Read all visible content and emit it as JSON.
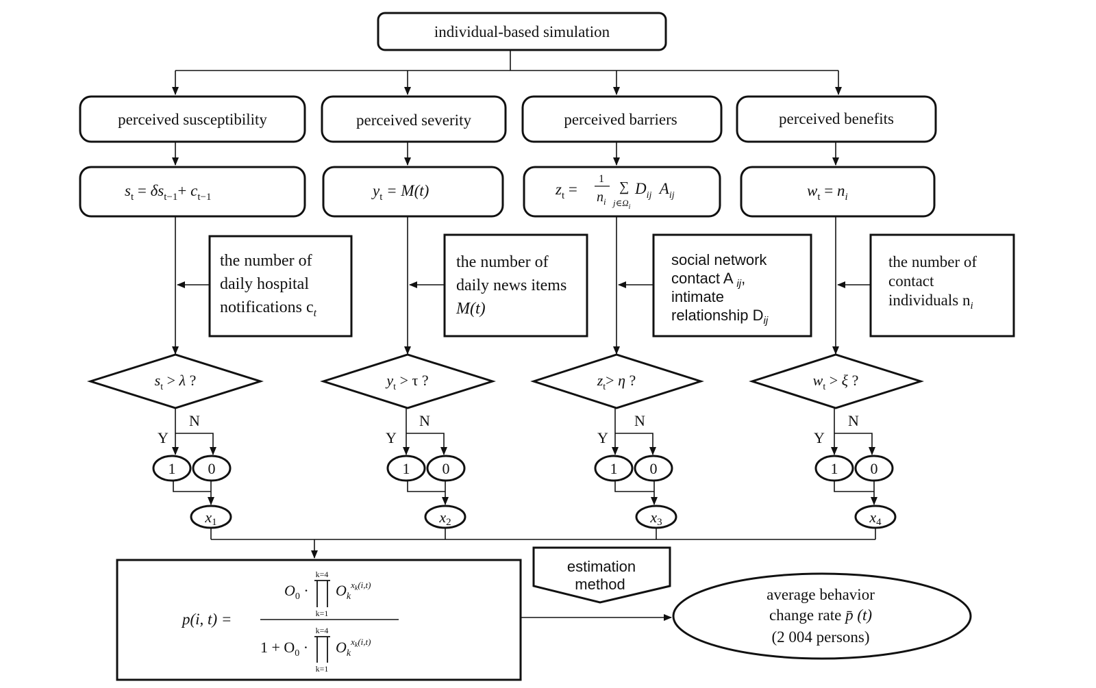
{
  "top": {
    "title": "individual-based simulation"
  },
  "factors": [
    {
      "label": "perceived susceptibility",
      "formula": {
        "lhs_var": "s",
        "lhs_sub": "t",
        "rhs_a": "δs",
        "rhs_a_sub": "t−1",
        "plus": "+",
        "rhs_b": "c",
        "rhs_b_sub": "t−1"
      },
      "input_lines": [
        "the number of",
        "daily hospital",
        "notifications c"
      ],
      "input_sub": "t",
      "decision": {
        "var": "s",
        "sub": "t",
        "op": ">",
        "threshold": "λ",
        "q": "?"
      },
      "yes": "Y",
      "no": "N",
      "one": "1",
      "zero": "0",
      "output": {
        "var": "x",
        "sub": "1"
      }
    },
    {
      "label": "perceived severity",
      "formula": {
        "lhs_var": "y",
        "lhs_sub": "t",
        "rhs": "= M(t)"
      },
      "input_lines": [
        "the number of",
        "daily news items",
        "M(t)"
      ],
      "decision": {
        "var": "y",
        "sub": "t",
        "op": ">",
        "threshold": "τ",
        "q": "?"
      },
      "yes": "Y",
      "no": "N",
      "one": "1",
      "zero": "0",
      "output": {
        "var": "x",
        "sub": "2"
      }
    },
    {
      "label": "perceived barriers",
      "formula": {
        "lhs_var": "z",
        "lhs_sub": "t",
        "frac_num": "1",
        "frac_den": "n",
        "frac_den_sub": "i",
        "sum": "∑",
        "sum_sub": "j∈Ω",
        "sum_sub2": "i",
        "term1": "D",
        "term1_sub": "ij",
        "term2": "A",
        "term2_sub": "ij"
      },
      "input_lines": [
        "social network",
        "contact A",
        ",",
        "intimate",
        "relationship D"
      ],
      "input_sub": "ij",
      "decision": {
        "var": "z",
        "sub": "t",
        "op": ">",
        "threshold": "η",
        "q": "?"
      },
      "yes": "Y",
      "no": "N",
      "one": "1",
      "zero": "0",
      "output": {
        "var": "x",
        "sub": "3"
      }
    },
    {
      "label": "perceived benefits",
      "formula": {
        "lhs_var": "w",
        "lhs_sub": "t",
        "rhs_var": "n",
        "rhs_sub": "i"
      },
      "input_lines": [
        "the number of",
        "contact",
        "individuals n"
      ],
      "input_sub": "i",
      "decision": {
        "var": "w",
        "sub": "t",
        "op": ">",
        "threshold": "ξ",
        "q": "?"
      },
      "yes": "Y",
      "no": "N",
      "one": "1",
      "zero": "0",
      "output": {
        "var": "x",
        "sub": "4"
      }
    }
  ],
  "probability": {
    "lhs": "p(i, t) =",
    "num_prefix": "O",
    "num_prefix_sub": "0",
    "dot": "·",
    "prod_upper": "k=4",
    "prod_lower": "k=1",
    "prod_term": "O",
    "prod_term_sub": "k",
    "exponent": "x",
    "exponent_sub": "k",
    "exponent_args": "(i,t)",
    "den_prefix": "1 + O",
    "den_prefix_sub": "0"
  },
  "estimation": {
    "line1": "estimation",
    "line2": "method"
  },
  "result": {
    "line1": "average behavior",
    "line2a": "change rate ",
    "pbar": "p̄",
    "pargs": " (t)",
    "line3": "(2 004 persons)"
  }
}
